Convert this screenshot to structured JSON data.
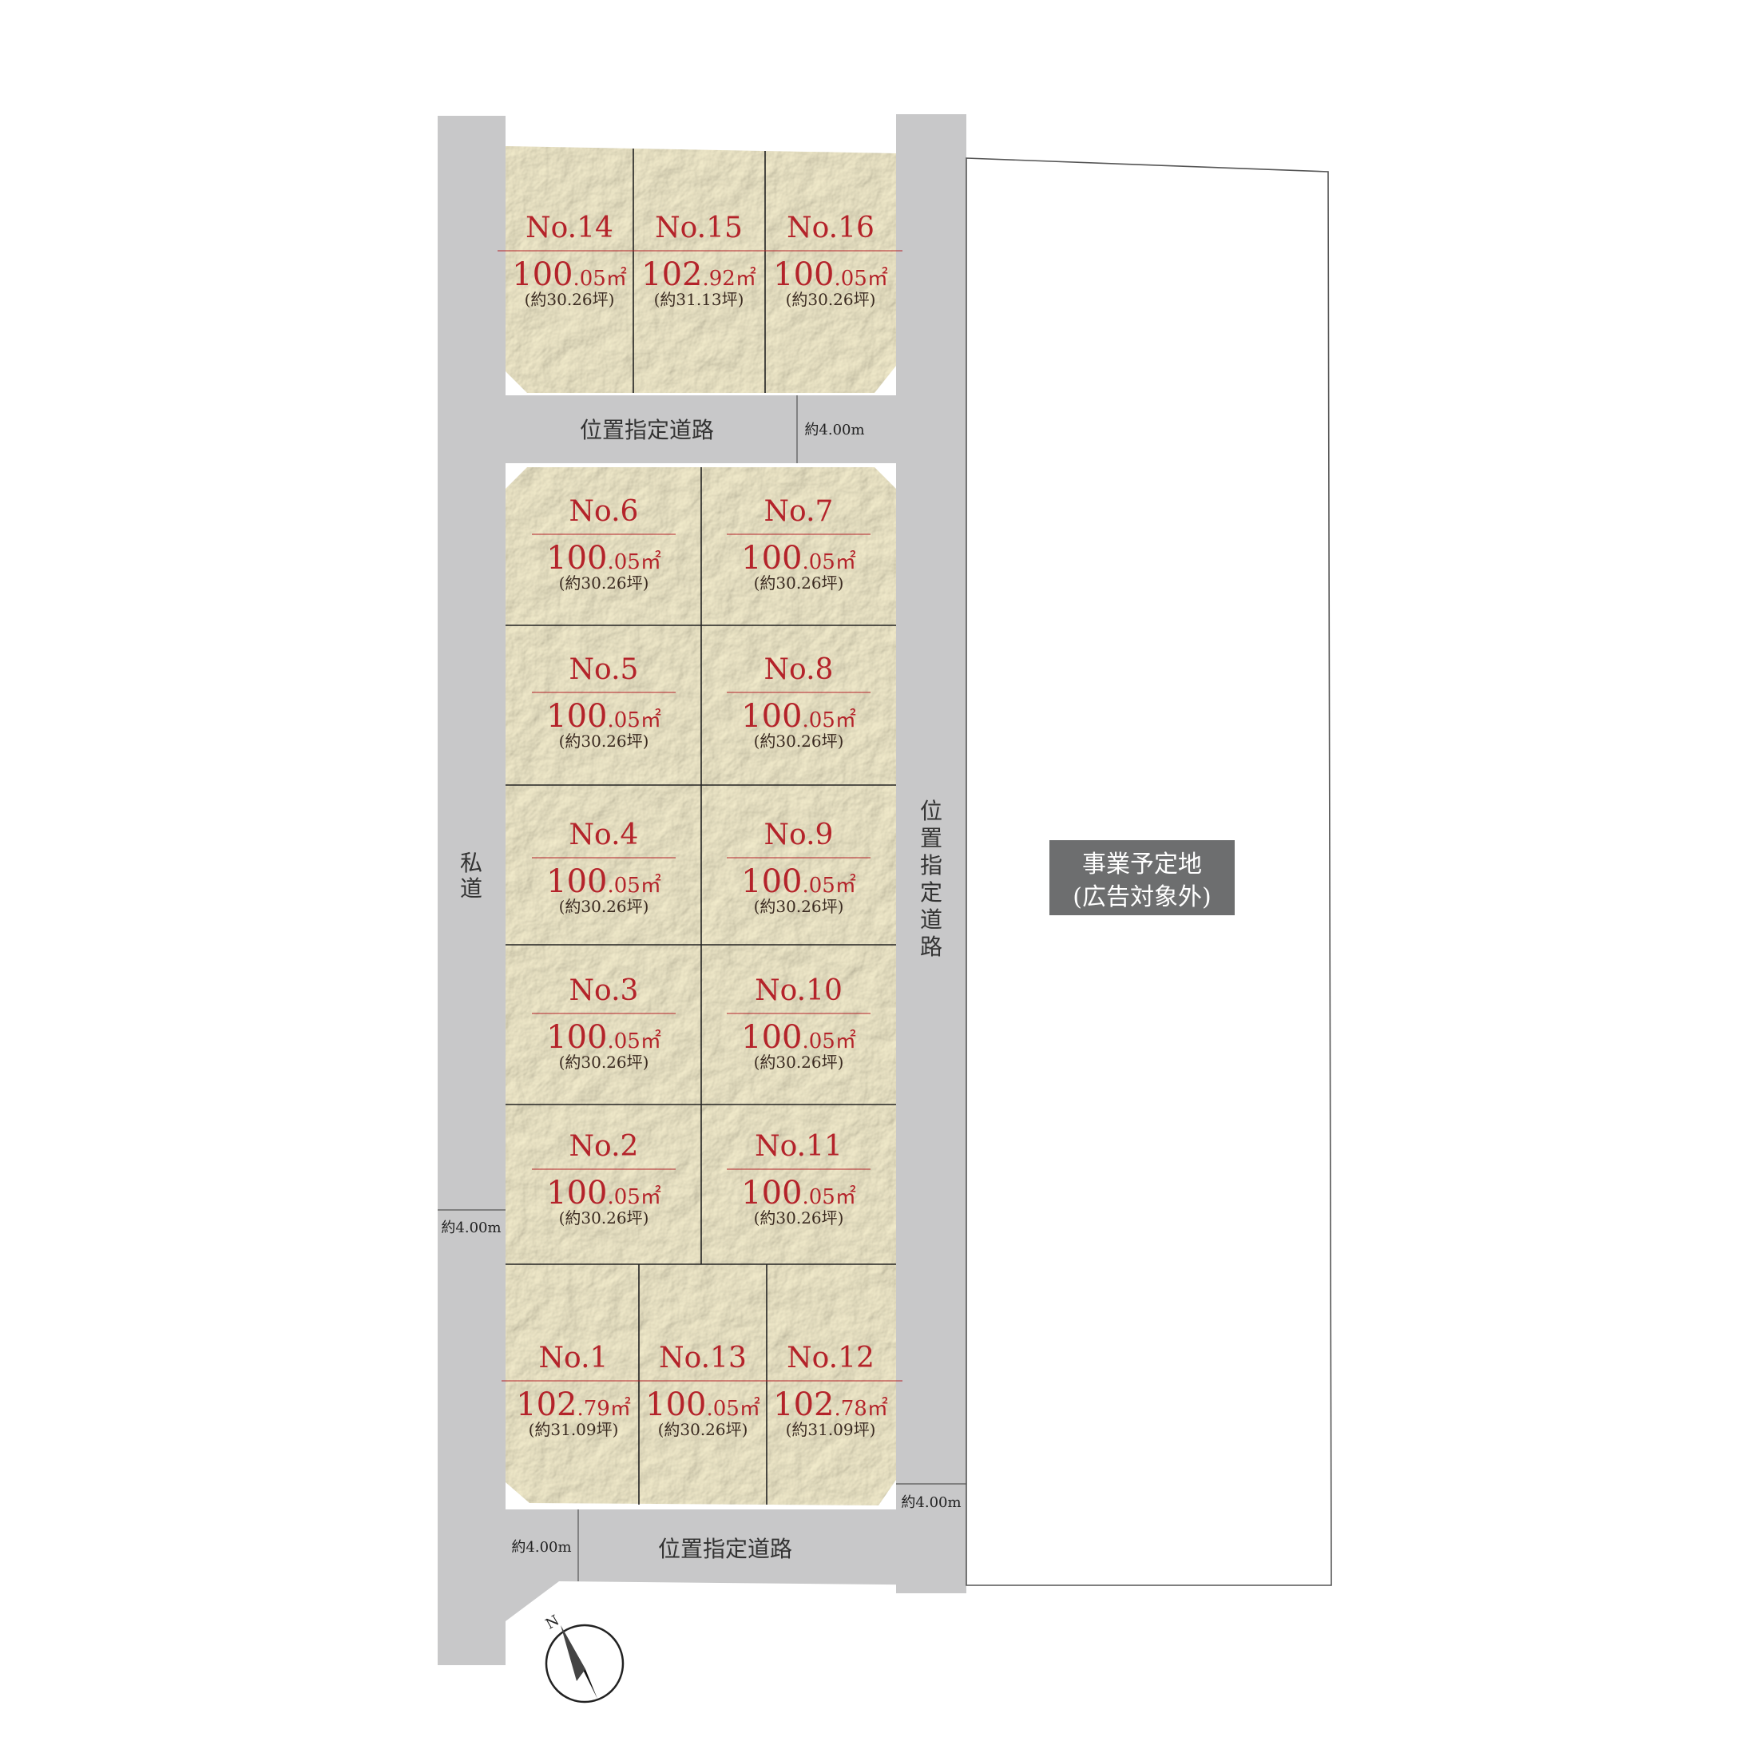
{
  "colors": {
    "road": "#c8c8c9",
    "lot_fill": "#f3ecc9",
    "lot_text": "#b4232a",
    "future_box": "#6d6e6f"
  },
  "roads": {
    "private_road": "私道",
    "designated_road_upper": "位置指定道路",
    "designated_road_right": "位置指定道路",
    "designated_road_lower": "位置指定道路",
    "width_upper": "約4.00m",
    "width_left": "約4.00m",
    "width_right": "約4.00m",
    "width_lower": "約4.00m"
  },
  "future_site": {
    "line1": "事業予定地",
    "line2": "(広告対象外)"
  },
  "compass": {
    "label": "N",
    "icon": "north-arrow-icon"
  },
  "lots": [
    {
      "no": "No.14",
      "area_int": "100",
      "area_dec": ".05",
      "unit": "㎡",
      "tsubo": "(約30.26坪)"
    },
    {
      "no": "No.15",
      "area_int": "102",
      "area_dec": ".92",
      "unit": "㎡",
      "tsubo": "(約31.13坪)"
    },
    {
      "no": "No.16",
      "area_int": "100",
      "area_dec": ".05",
      "unit": "㎡",
      "tsubo": "(約30.26坪)"
    },
    {
      "no": "No.6",
      "area_int": "100",
      "area_dec": ".05",
      "unit": "㎡",
      "tsubo": "(約30.26坪)"
    },
    {
      "no": "No.7",
      "area_int": "100",
      "area_dec": ".05",
      "unit": "㎡",
      "tsubo": "(約30.26坪)"
    },
    {
      "no": "No.5",
      "area_int": "100",
      "area_dec": ".05",
      "unit": "㎡",
      "tsubo": "(約30.26坪)"
    },
    {
      "no": "No.8",
      "area_int": "100",
      "area_dec": ".05",
      "unit": "㎡",
      "tsubo": "(約30.26坪)"
    },
    {
      "no": "No.4",
      "area_int": "100",
      "area_dec": ".05",
      "unit": "㎡",
      "tsubo": "(約30.26坪)"
    },
    {
      "no": "No.9",
      "area_int": "100",
      "area_dec": ".05",
      "unit": "㎡",
      "tsubo": "(約30.26坪)"
    },
    {
      "no": "No.3",
      "area_int": "100",
      "area_dec": ".05",
      "unit": "㎡",
      "tsubo": "(約30.26坪)"
    },
    {
      "no": "No.10",
      "area_int": "100",
      "area_dec": ".05",
      "unit": "㎡",
      "tsubo": "(約30.26坪)"
    },
    {
      "no": "No.2",
      "area_int": "100",
      "area_dec": ".05",
      "unit": "㎡",
      "tsubo": "(約30.26坪)"
    },
    {
      "no": "No.11",
      "area_int": "100",
      "area_dec": ".05",
      "unit": "㎡",
      "tsubo": "(約30.26坪)"
    },
    {
      "no": "No.1",
      "area_int": "102",
      "area_dec": ".79",
      "unit": "㎡",
      "tsubo": "(約31.09坪)"
    },
    {
      "no": "No.13",
      "area_int": "100",
      "area_dec": ".05",
      "unit": "㎡",
      "tsubo": "(約30.26坪)"
    },
    {
      "no": "No.12",
      "area_int": "102",
      "area_dec": ".78",
      "unit": "㎡",
      "tsubo": "(約31.09坪)"
    }
  ]
}
